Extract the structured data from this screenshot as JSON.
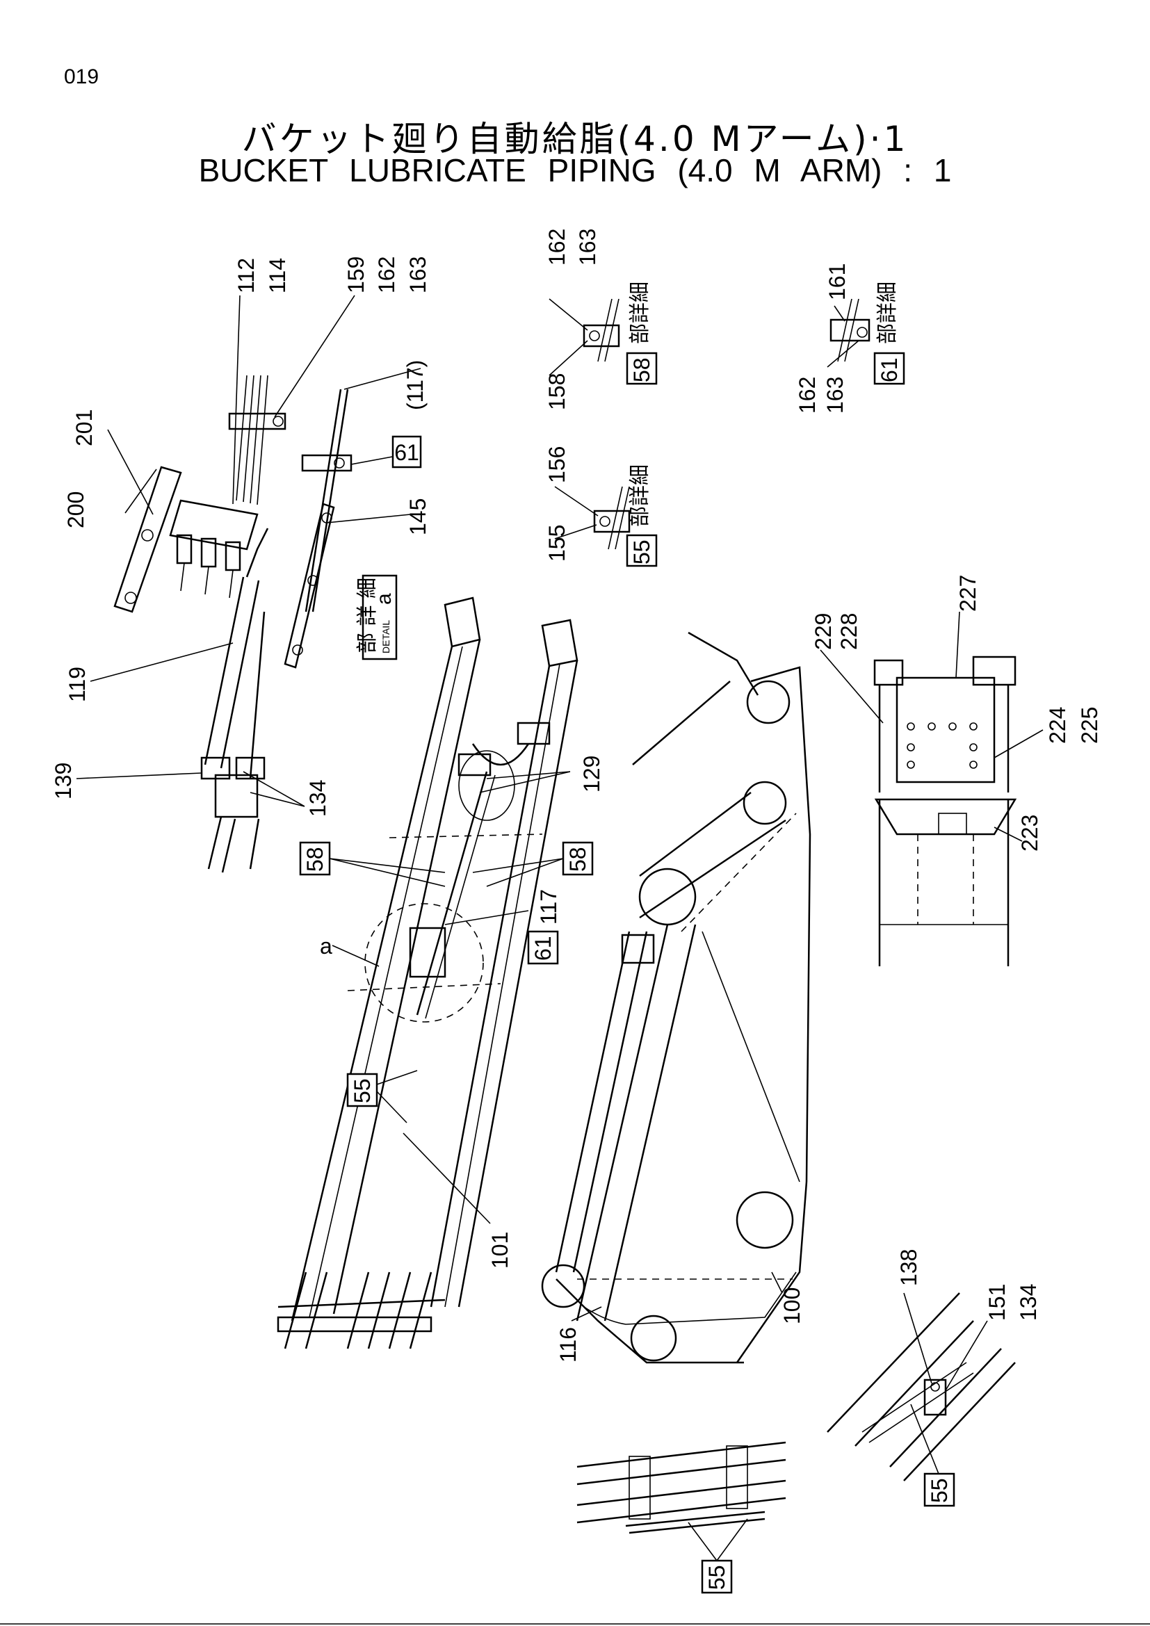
{
  "header": {
    "page_number": "019",
    "title_jp": "バケット廻り自動給脂(4.0 Mアーム)·1",
    "title_en": "BUCKET LUBRICATE PIPING (4.0 M ARM) : 1"
  },
  "detail_note": {
    "jp": "部 詳 細",
    "en": "DETAIL",
    "letter": "a"
  },
  "parts": {
    "p100": "100",
    "p101": "101",
    "p112": "112",
    "p114": "114",
    "p116": "116",
    "p117": "117",
    "p117_paren": "(117)",
    "p119": "119",
    "p129": "129",
    "p134a": "134",
    "p134b": "134",
    "p138": "138",
    "p139": "139",
    "p145": "145",
    "p151": "151",
    "p155": "155",
    "p156": "156",
    "p158": "158",
    "p159": "159",
    "p161": "161",
    "p162a": "162",
    "p162b": "162",
    "p162c": "162",
    "p163a": "163",
    "p163b": "163",
    "p163c": "163",
    "p200": "200",
    "p201": "201",
    "p223": "223",
    "p224": "224",
    "p225": "225",
    "p227": "227",
    "p228": "228",
    "p229": "229"
  },
  "detail_refs": {
    "r58_detail": "58",
    "r61_detail": "61",
    "r55_detail": "55",
    "r61_a": "61",
    "r58_left": "58",
    "r58_right": "58",
    "r61_b": "61",
    "r55_arm": "55",
    "r55_right": "55",
    "r55_bottom": "55"
  },
  "detail_suffix": "部詳細",
  "circle_label": "a"
}
